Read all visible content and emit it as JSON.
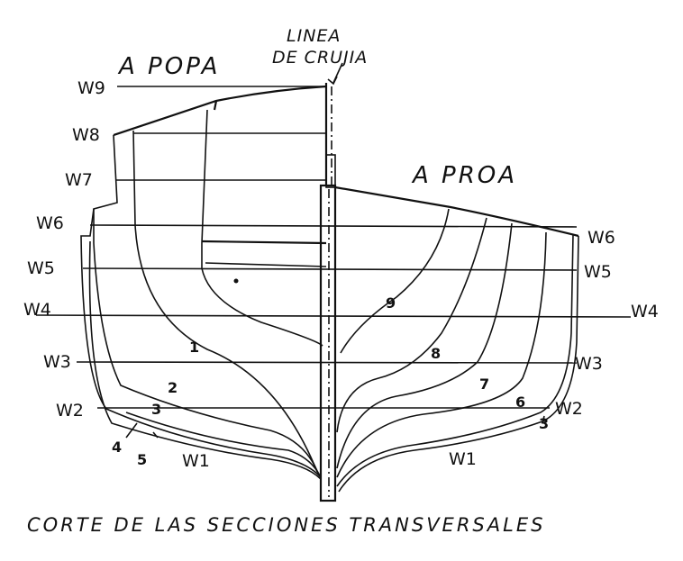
{
  "title": "CORTE DE LAS SECCIONES TRANSVERSALES",
  "labels": {
    "stern": "A POPA",
    "bow": "A PROA",
    "centerline_1": "LINEA",
    "centerline_2": "DE CRUJIA"
  },
  "waterlines": [
    "W1",
    "W2",
    "W3",
    "W4",
    "W5",
    "W6",
    "W7",
    "W8",
    "W9"
  ],
  "sections_stern": [
    "1",
    "2",
    "3",
    "4",
    "5"
  ],
  "sections_bow": [
    "6",
    "7",
    "8",
    "9"
  ],
  "colors": {
    "ink": "#111111",
    "paper": "#ffffff"
  }
}
